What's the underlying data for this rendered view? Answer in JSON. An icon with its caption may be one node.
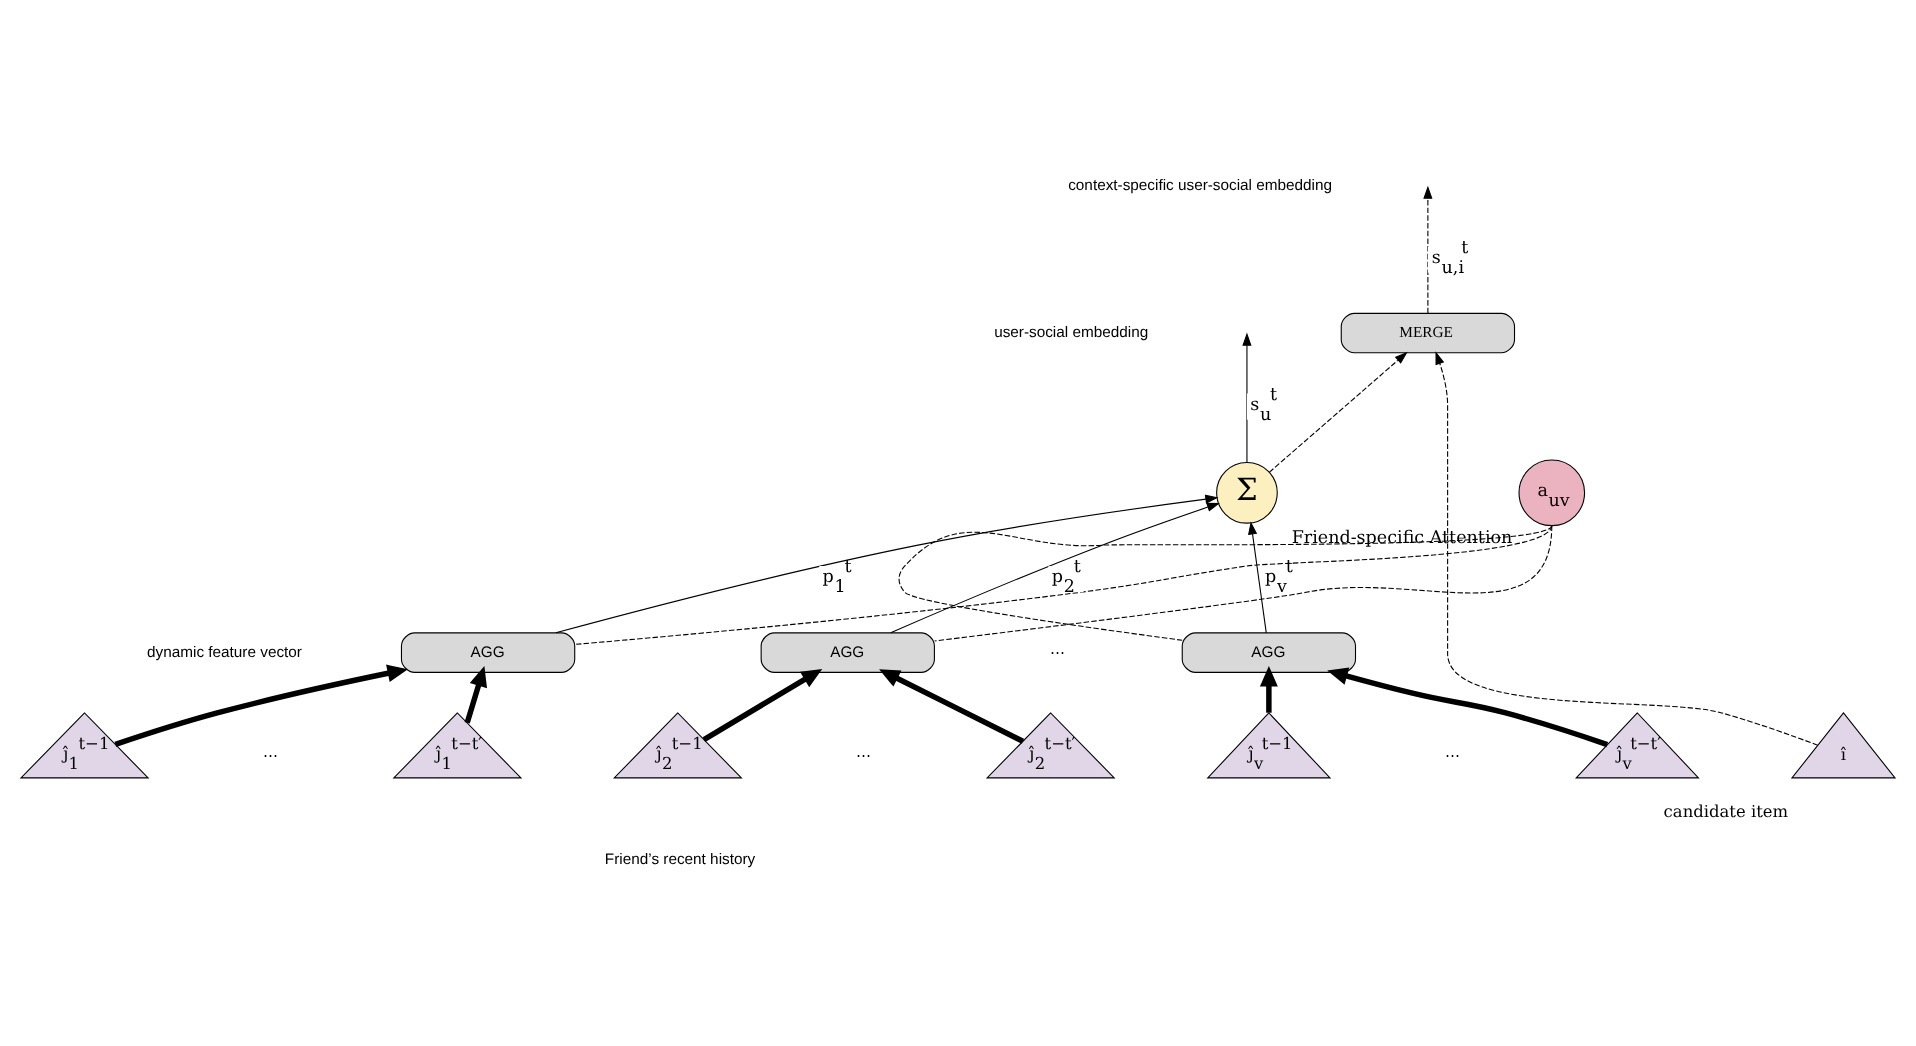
{
  "diagram": {
    "nodes": [
      {
        "text": [
          "Σ"
        ]
      },
      {
        "text": [
          "a$_{uv}$"
        ],
        "beside": [
          "Friend-specific Attention"
        ]
      },
      {
        "text": [
          "MERGE"
        ]
      },
      {
        "text": [
          "AGG"
        ]
      },
      {
        "text": [
          "AGG"
        ]
      },
      {
        "text": [
          "AGG"
        ]
      },
      {
        "text": [
          "ĵ$_{1}$$^{t−1}$"
        ]
      },
      {
        "text": [
          "ĵ$_{1}$$^{t−t′}$"
        ]
      },
      {
        "text": [
          "ĵ$_{2}$$^{t−1}$"
        ]
      },
      {
        "text": [
          "ĵ$_{2}$$^{t−t′}$"
        ]
      },
      {
        "text": [
          "ĵ$_{v}$$^{t−1}$"
        ]
      },
      {
        "text": [
          "ĵ$_{v}$$^{t−t′}$"
        ]
      },
      {
        "text": [
          "î"
        ],
        "beside": [
          "candidate item"
        ]
      }
    ],
    "edges": [
      {
        "from": 0,
        "to": null,
        "arrow": "to",
        "label": "s$_{u}$$^{t}$"
      },
      {
        "from": 0,
        "to": 2,
        "arrow": "to",
        "style": "dashed"
      },
      {
        "from": 2,
        "to": null,
        "arrow": "to",
        "style": "dashed",
        "label": "s$_{u,i}$$^{t}$"
      },
      {
        "from": 3,
        "to": 0,
        "arrow": "to",
        "label": "p$_{1}$$^{t}$"
      },
      {
        "from": 4,
        "to": 0,
        "arrow": "to",
        "label": "p$_{2}$$^{t}$"
      },
      {
        "from": 5,
        "to": 0,
        "arrow": "to",
        "label": "p$_{v}$$^{t}$"
      },
      {
        "from": 1,
        "to": 3,
        "arrow": "none",
        "style": "dashed"
      },
      {
        "from": 1,
        "to": 4,
        "arrow": "none",
        "style": "dashed"
      },
      {
        "from": 1,
        "to": 5,
        "arrow": "none",
        "style": "dashed"
      },
      {
        "from": 6,
        "to": 3,
        "arrow": "to",
        "style": "thick"
      },
      {
        "from": 7,
        "to": 3,
        "arrow": "to",
        "style": "thick"
      },
      {
        "from": 8,
        "to": 4,
        "arrow": "to",
        "style": "thick"
      },
      {
        "from": 9,
        "to": 4,
        "arrow": "to",
        "style": "thick"
      },
      {
        "from": 10,
        "to": 5,
        "arrow": "to",
        "style": "thick"
      },
      {
        "from": 11,
        "to": 5,
        "arrow": "to",
        "style": "thick"
      },
      {
        "from": 12,
        "to": 2,
        "arrow": "to",
        "style": "dashed"
      }
    ],
    "labels": [
      "context-specific user-social embedding",
      "user-social embedding",
      "dynamic feature vector",
      "⋯",
      "⋯",
      "⋯",
      "⋯",
      "Friend’s recent history"
    ]
  }
}
